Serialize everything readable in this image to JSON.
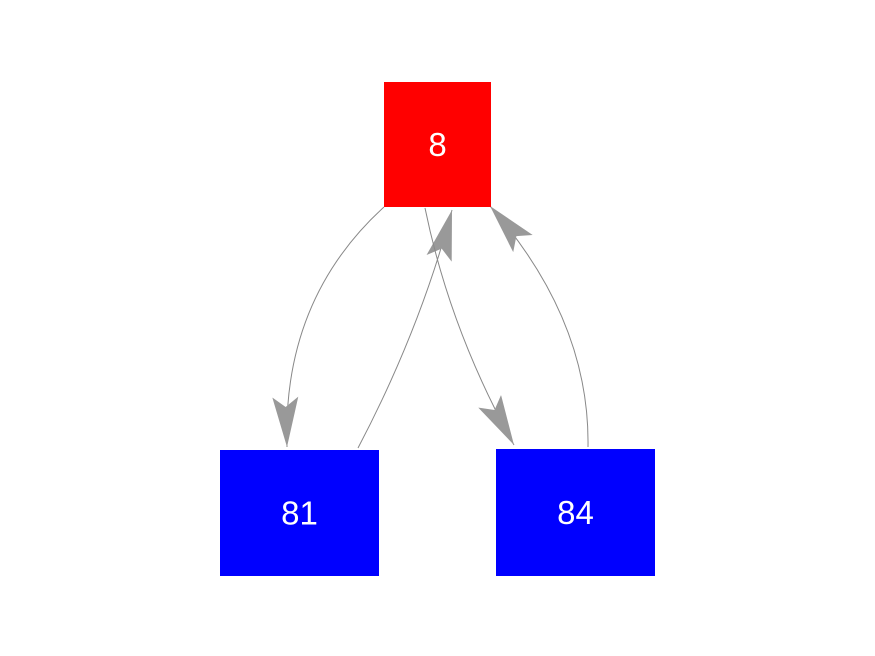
{
  "diagram": {
    "type": "directed-graph",
    "background_color": "#ffffff",
    "edge_color": "#888888",
    "arrow_color": "#999999",
    "nodes": [
      {
        "id": "8",
        "label": "8",
        "color": "#ff0000",
        "text_color": "#ffffff",
        "role": "root-node"
      },
      {
        "id": "81",
        "label": "81",
        "color": "#0000ff",
        "text_color": "#ffffff",
        "role": "child-node"
      },
      {
        "id": "84",
        "label": "84",
        "color": "#0000ff",
        "text_color": "#ffffff",
        "role": "child-node"
      }
    ],
    "edges": [
      {
        "from": "8",
        "to": "81"
      },
      {
        "from": "81",
        "to": "8"
      },
      {
        "from": "8",
        "to": "84"
      },
      {
        "from": "84",
        "to": "8"
      }
    ]
  }
}
